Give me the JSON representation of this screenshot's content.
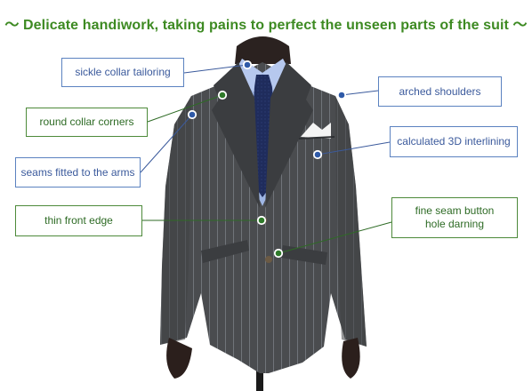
{
  "headline": "〜 Delicate handiwork, taking pains to perfect the unseen parts of the suit 〜",
  "colors": {
    "headline": "#3d8a22",
    "blue_label": "#3b5a9c",
    "green_label": "#2e6b25",
    "suit": "#4a4c4f",
    "shirt": "#9fb6e4",
    "tie": "#1f2c5c"
  },
  "callouts": {
    "sickle_collar": "sickle collar tailoring",
    "round_collar": "round collar corners",
    "seams_arms": "seams fitted to the arms",
    "thin_front": "thin front edge",
    "arched_shoulders": "arched shoulders",
    "interlining": "calculated 3D interlining",
    "buttonhole_line1": "fine seam button",
    "buttonhole_line2": "hole darning"
  }
}
